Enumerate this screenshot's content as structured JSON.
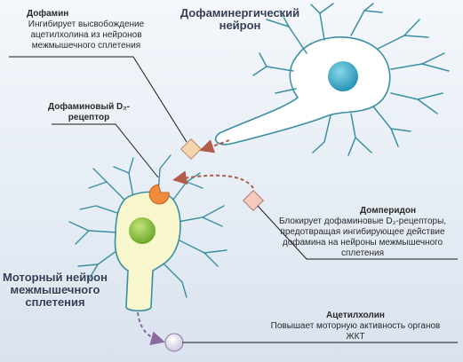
{
  "dopamine": {
    "title": "Дофамин",
    "text": "Ингибирует высвобождение ацетилхолина из нейронов межмышечного сплетения"
  },
  "dopaminergic_neuron": {
    "title": "Дофаминергический нейрон"
  },
  "receptor": {
    "title": "Дофаминовый D₂-рецептор"
  },
  "domperidone": {
    "title": "Домперидон",
    "text": "Блокирует дофаминовые D₂-рецепторы, предотвращая ингибирующее действие дофамина на нейроны межмышечного сплетения"
  },
  "motor_neuron": {
    "title": "Моторный нейрон межмышечного сплетения"
  },
  "acetylcholine": {
    "title": "Ацетилхолин",
    "text": "Повышает моторную активность органов ЖКТ"
  },
  "colors": {
    "neuron_outline": "#3a8fa0",
    "dopaminergic_nucleus": "#39a9c6",
    "motor_body": "#f8f6cc",
    "motor_nucleus": "#8fc23e",
    "dopamine_square": "#f6d4b0",
    "domperidone_square": "#f3c9c0",
    "arrow": "#b25c4a",
    "ach_arrow": "#8a6aa0"
  }
}
